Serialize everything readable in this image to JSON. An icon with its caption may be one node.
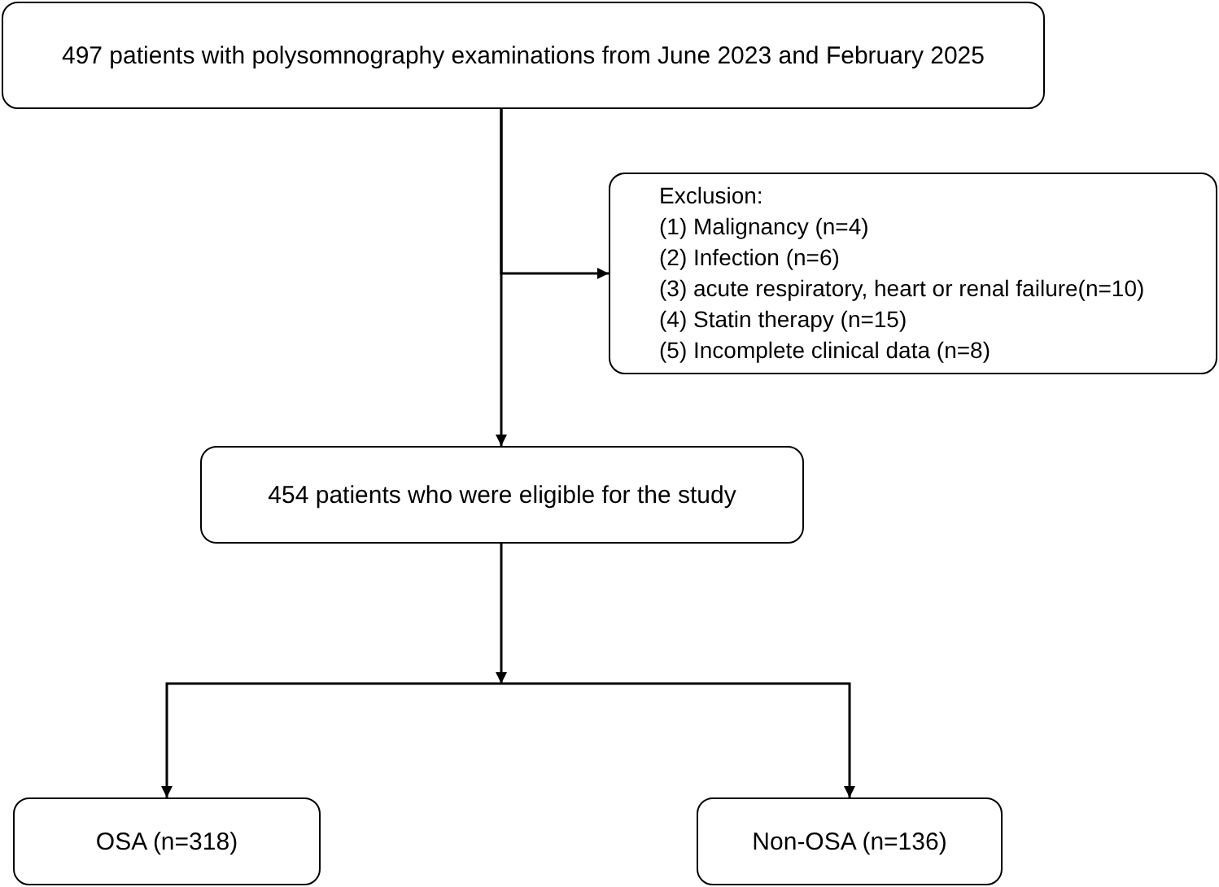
{
  "diagram": {
    "nodes": [
      {
        "text": [
          "497 patients with polysomnography examinations from June 2023 and February 2025"
        ]
      },
      {
        "text": [
          "Exclusion:",
          "(1) Malignancy (n=4)",
          "(2) Infection (n=6)",
          "(3) acute respiratory, heart or renal failure(n=10)",
          "(4) Statin therapy (n=15)",
          "(5) Incomplete clinical data (n=8)"
        ]
      },
      {
        "text": [
          "454 patients who were eligible for the study"
        ]
      },
      {
        "text": [
          "OSA (n=318)"
        ]
      },
      {
        "text": [
          "Non-OSA (n=136)"
        ]
      }
    ],
    "edges": [
      {
        "from": 0,
        "to": 2,
        "arrow": "to"
      },
      {
        "from": 0,
        "to": 1,
        "arrow": "to"
      },
      {
        "from": 2,
        "to": 3,
        "arrow": "to"
      },
      {
        "from": 2,
        "to": 4,
        "arrow": "to"
      }
    ]
  }
}
